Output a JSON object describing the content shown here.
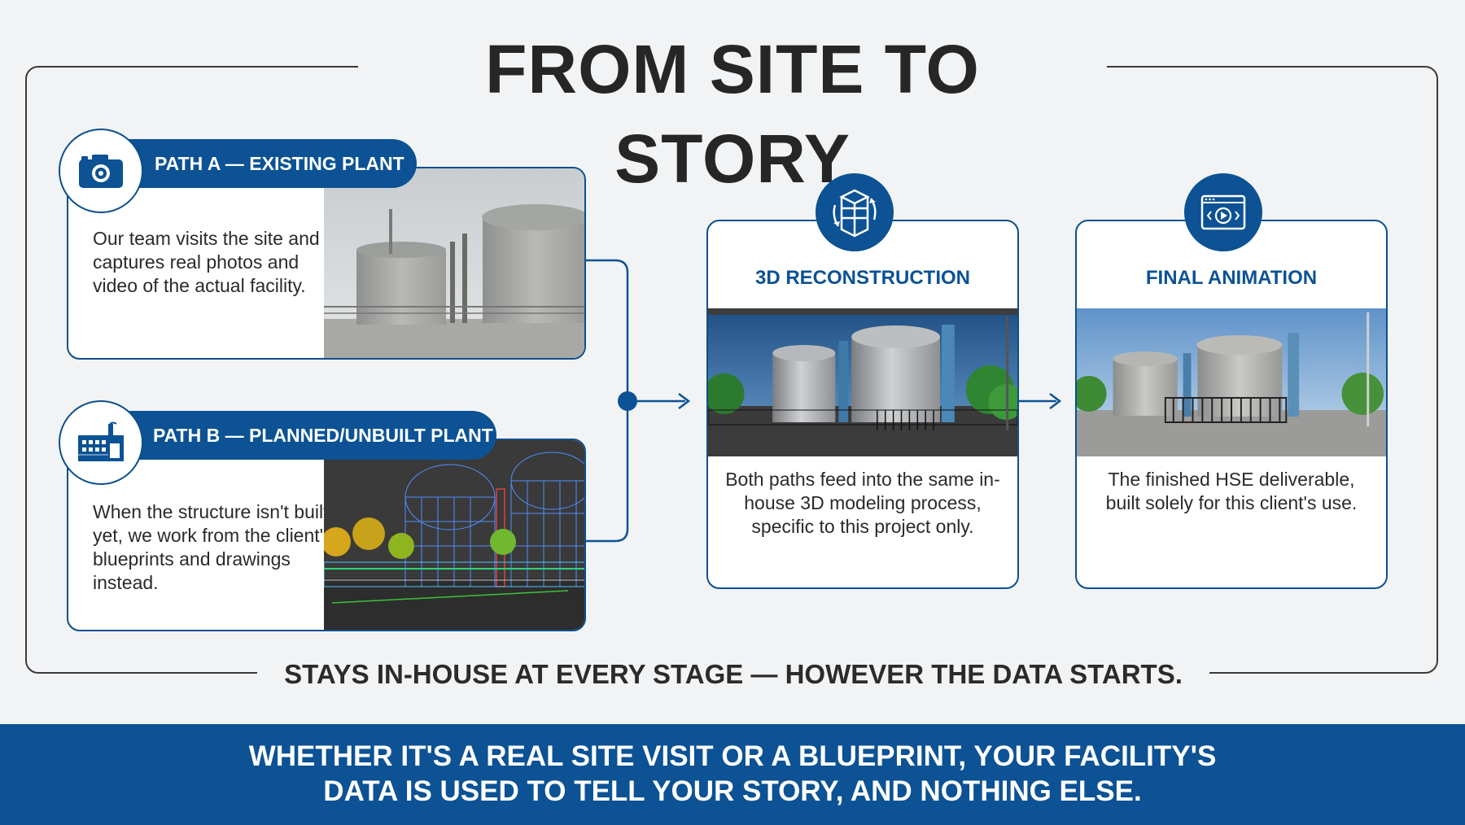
{
  "title": "FROM SITE TO STORY",
  "path_a": {
    "label": "PATH A — EXISTING PLANT",
    "text": "Our team visits the site and captures real photos and video of the actual facility.",
    "icon": "camera-icon"
  },
  "path_b": {
    "label": "PATH B — PLANNED/UNBUILT PLANT",
    "text": "When the structure isn't built yet, we work from the client's blueprints and drawings instead.",
    "icon": "factory-blueprint-icon"
  },
  "stage_3d": {
    "title": "3D RECONSTRUCTION",
    "text": "Both paths feed into the same in-house 3D modeling process, specific to this project only.",
    "icon": "3d-model-icon"
  },
  "stage_final": {
    "title": "FINAL ANIMATION",
    "text": "The finished HSE deliverable, built solely for this client's use.",
    "icon": "video-play-icon"
  },
  "footer_label": "STAYS IN-HOUSE AT EVERY STAGE — HOWEVER THE DATA STARTS.",
  "banner": {
    "line1": "WHETHER IT'S A REAL SITE VISIT OR A BLUEPRINT, YOUR FACILITY'S",
    "line2": "DATA IS USED TO TELL YOUR STORY, AND NOTHING ELSE."
  },
  "colors": {
    "brand_blue": "#0c5294",
    "background": "#f2f3f4",
    "title_text": "#262626"
  }
}
